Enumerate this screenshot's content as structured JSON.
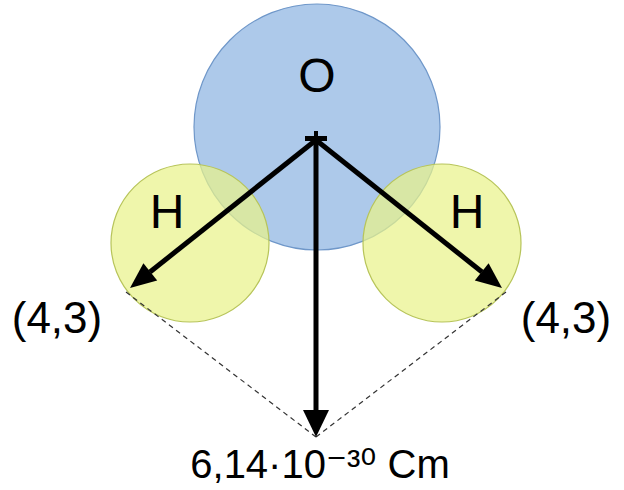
{
  "diagram": {
    "nodes": [
      {
        "text": [
          "O"
        ]
      },
      {
        "text": [
          "H"
        ]
      },
      {
        "text": [
          "H"
        ]
      }
    ],
    "labels": [
      "(4,3)",
      "(4,3)",
      "6,14·10⁻³⁰ Cm"
    ]
  }
}
